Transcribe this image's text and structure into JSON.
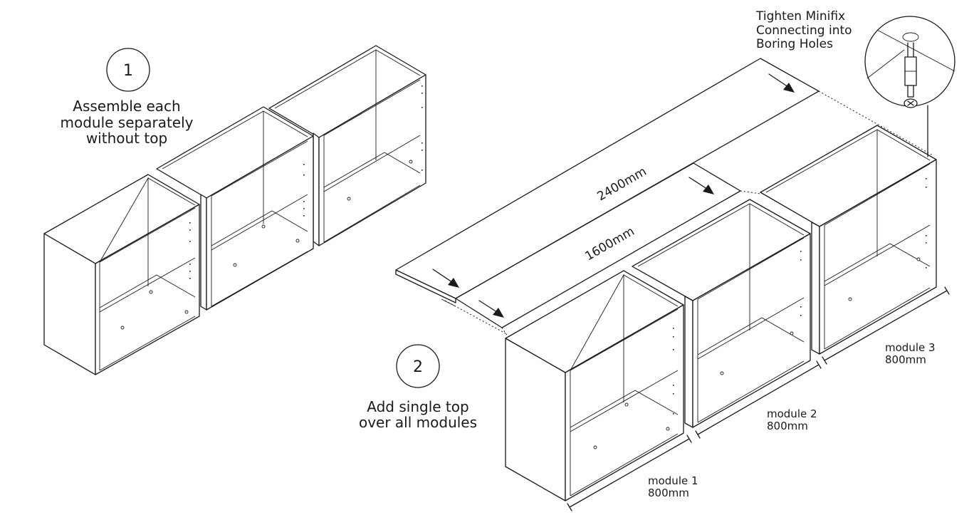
{
  "step1": {
    "number": "1",
    "caption": [
      "Assemble each",
      "module separately",
      "without top"
    ]
  },
  "step2": {
    "number": "2",
    "caption": [
      "Add single top",
      "over all modules"
    ]
  },
  "callout": {
    "text": [
      "Tighten Minifix",
      "Connecting into",
      "Boring Holes"
    ]
  },
  "top_panels": {
    "long_label": "2400mm",
    "short_label": "1600mm"
  },
  "modules": [
    {
      "name": "module 1",
      "width": "800mm"
    },
    {
      "name": "module 2",
      "width": "800mm"
    },
    {
      "name": "module 3",
      "width": "800mm"
    }
  ]
}
